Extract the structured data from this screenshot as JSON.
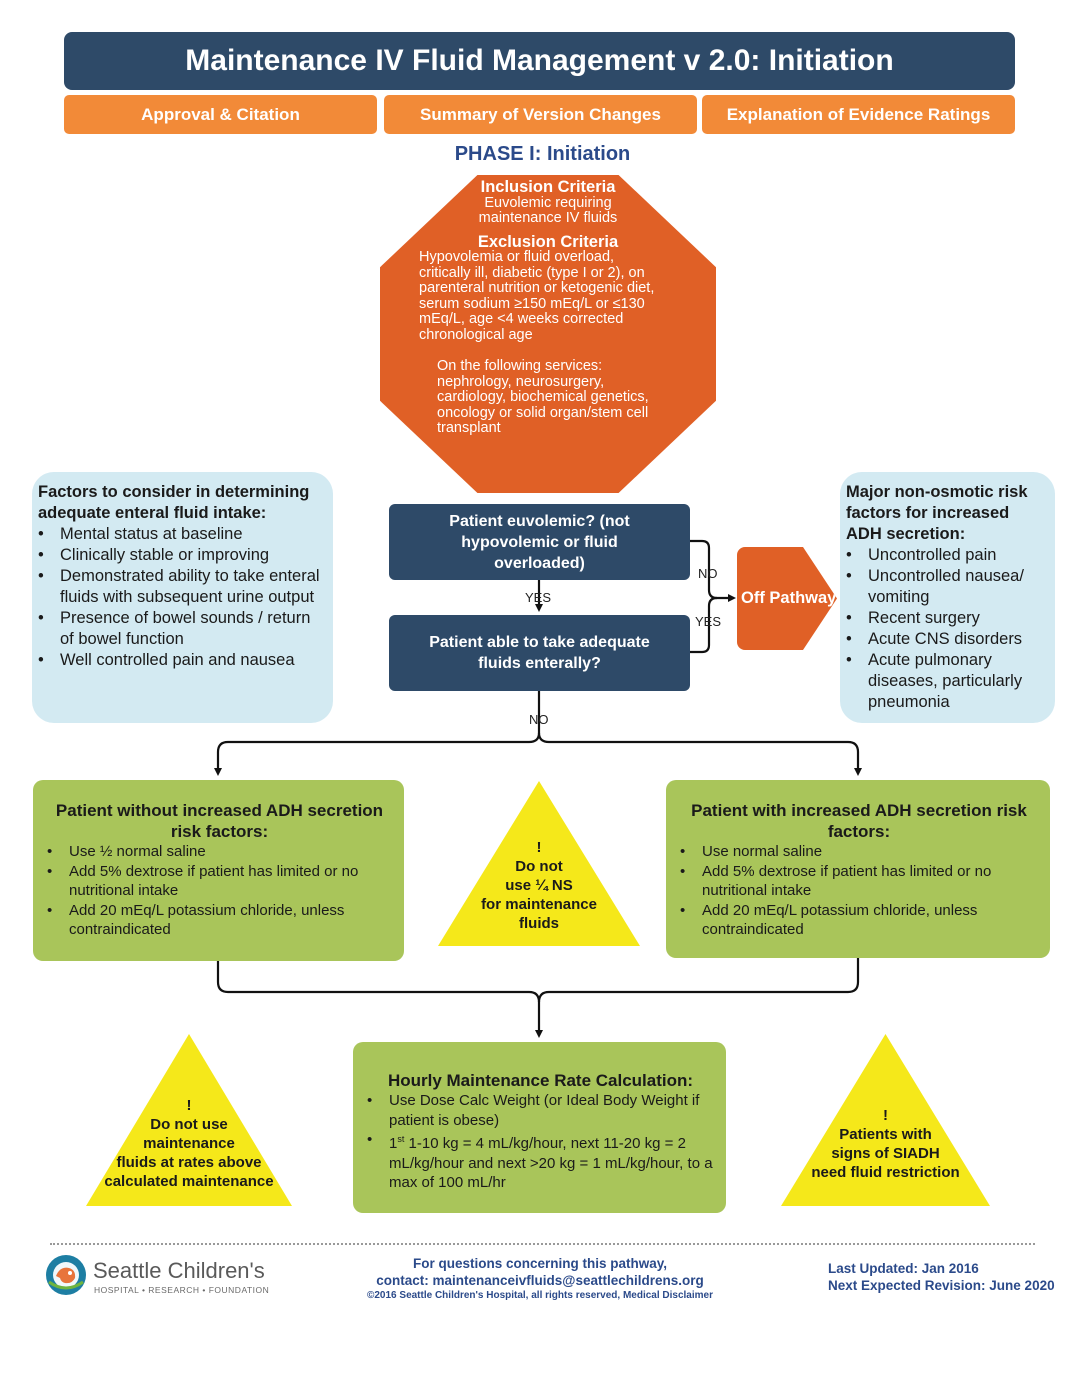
{
  "header": {
    "title": "Maintenance IV Fluid Management v 2.0: Initiation",
    "tabs": [
      {
        "label": "Approval & Citation"
      },
      {
        "label": "Summary of Version Changes"
      },
      {
        "label": "Explanation of Evidence Ratings"
      }
    ]
  },
  "phase_title": "PHASE I: Initiation",
  "criteria": {
    "inclusion_heading": "Inclusion Criteria",
    "inclusion_lines": [
      "Euvolemic requiring",
      "maintenance IV fluids"
    ],
    "exclusion_heading": "Exclusion Criteria",
    "exclusion_lines": [
      "Hypovolemia or fluid overload,",
      "critically ill, diabetic (type I or 2), on",
      "parenteral nutrition or ketogenic diet,",
      "serum sodium ≥150 mEq/L or ≤130",
      "mEq/L, age <4 weeks corrected",
      "chronological age"
    ],
    "services_lines": [
      "On the following services:",
      "nephrology, neurosurgery,",
      "cardiology, biochemical genetics,",
      "oncology or solid organ/stem cell",
      "transplant"
    ]
  },
  "left_panel": {
    "heading": "Factors to consider in determining adequate enteral fluid intake:",
    "items": [
      "Mental status at baseline",
      "Clinically stable or improving",
      "Demonstrated ability to take enteral fluids with subsequent urine output",
      "Presence of bowel sounds / return of bowel function",
      "Well controlled pain and nausea"
    ]
  },
  "right_panel": {
    "heading": "Major non-osmotic risk factors for increased ADH secretion:",
    "items": [
      "Uncontrolled pain",
      "Uncontrolled nausea/ vomiting",
      "Recent surgery",
      "Acute CNS disorders",
      "Acute pulmonary diseases, particularly pneumonia"
    ]
  },
  "decisions": {
    "q1": "Patient euvolemic? (not hypovolemic or fluid overloaded)",
    "q2": "Patient able to take adequate fluids enterally?",
    "yes": "YES",
    "no": "NO",
    "off_pathway": "Off Pathway"
  },
  "green_left": {
    "heading": "Patient without increased ADH secretion risk factors:",
    "items": [
      "Use ½ normal saline",
      "Add 5% dextrose if patient has limited or no nutritional intake",
      "Add 20 mEq/L potassium chloride, unless contraindicated"
    ]
  },
  "green_right": {
    "heading": "Patient with increased ADH secretion risk factors:",
    "items": [
      "Use normal saline",
      "Add 5% dextrose if patient has limited or no nutritional intake",
      "Add 20 mEq/L potassium chloride, unless contraindicated"
    ]
  },
  "green_bottom": {
    "heading": "Hourly Maintenance Rate Calculation:",
    "item1": "Use Dose Calc Weight (or Ideal Body Weight if patient is obese)",
    "item2_pre": "1",
    "item2_sup": "st",
    "item2_post": " 1-10 kg = 4 mL/kg/hour, next 11-20 kg = 2 mL/kg/hour and next >20 kg = 1 mL/kg/hour, to a max of 100 mL/hr"
  },
  "warnings": {
    "mark": "!",
    "w1": [
      "Do not",
      "use ¼ NS",
      "for maintenance",
      "fluids"
    ],
    "w2": [
      "Do not use",
      "maintenance",
      "fluids at rates above",
      "calculated maintenance"
    ],
    "w3": [
      "Patients with",
      "signs of SIADH",
      "need fluid restriction"
    ]
  },
  "footer": {
    "logo_name": "Seattle Children's",
    "logo_tagline": "HOSPITAL • RESEARCH • FOUNDATION",
    "questions_line": "For questions concerning this pathway,",
    "contact_line": "contact: maintenanceivfluids@seattlechildrens.org",
    "copyright": "©2016 Seattle Children's Hospital, all rights reserved, Medical Disclaimer",
    "last_updated": "Last Updated: Jan 2016",
    "next_revision": "Next Expected Revision: June 2020"
  },
  "colors": {
    "navy": "#2e4a68",
    "orange": "#f28a38",
    "red_orange": "#e06026",
    "light_blue": "#d3eaf2",
    "green": "#a9c55a",
    "yellow": "#f5e81a",
    "link_blue": "#2b4a8a"
  }
}
